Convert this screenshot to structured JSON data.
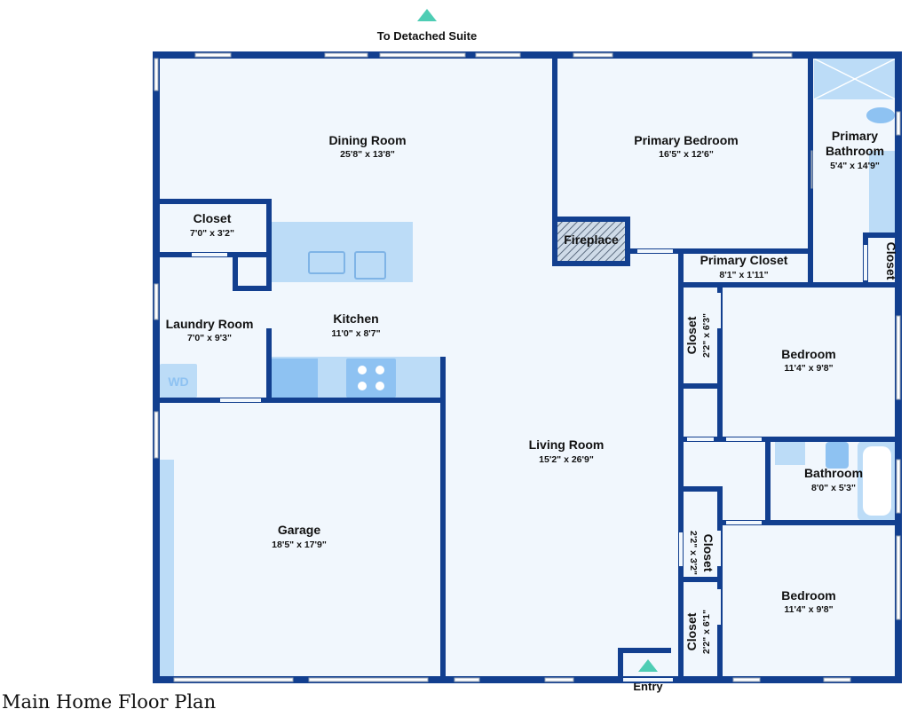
{
  "caption": "Main Home Floor Plan",
  "markers": {
    "top": "To Detached Suite",
    "bottom": "Entry"
  },
  "rooms": {
    "dining": {
      "name": "Dining Room",
      "dim": "25'8\" x 13'8\""
    },
    "primary_bedroom": {
      "name": "Primary Bedroom",
      "dim": "16'5\" x 12'6\""
    },
    "primary_bath": {
      "name_line1": "Primary",
      "name_line2": "Bathroom",
      "dim": "5'4\" x 14'9\""
    },
    "closet_top_left": {
      "name": "Closet",
      "dim": "7'0\" x 3'2\""
    },
    "laundry": {
      "name": "Laundry Room",
      "dim": "7'0\" x 9'3\""
    },
    "kitchen": {
      "name": "Kitchen",
      "dim": "11'0\" x 8'7\""
    },
    "fireplace": {
      "name": "Fireplace"
    },
    "primary_closet": {
      "name": "Primary Closet",
      "dim": "8'1\" x 1'11\""
    },
    "closet_bath": {
      "name": "Closet"
    },
    "closet_mid": {
      "name": "Closet",
      "dim": "2'2\" x 6'3\""
    },
    "bedroom_upper": {
      "name": "Bedroom",
      "dim": "11'4\" x 9'8\""
    },
    "living": {
      "name": "Living Room",
      "dim": "15'2\" x 26'9\""
    },
    "bathroom": {
      "name": "Bathroom",
      "dim": "8'0\" x 5'3\""
    },
    "garage": {
      "name": "Garage",
      "dim": "18'5\" x 17'9\""
    },
    "closet_small": {
      "name": "Closet",
      "dim": "2'2\" x 3'2\""
    },
    "bedroom_lower": {
      "name": "Bedroom",
      "dim": "11'4\" x 9'8\""
    },
    "closet_bottom": {
      "name": "Closet",
      "dim": "2'2\" x 6'1\""
    }
  },
  "appliances": {
    "washer_dryer": "WD"
  },
  "colors": {
    "wall": "#123f8f",
    "floor": "#f1f7fd",
    "fixture": "#bcdcf7",
    "marker": "#4ecdb4"
  }
}
